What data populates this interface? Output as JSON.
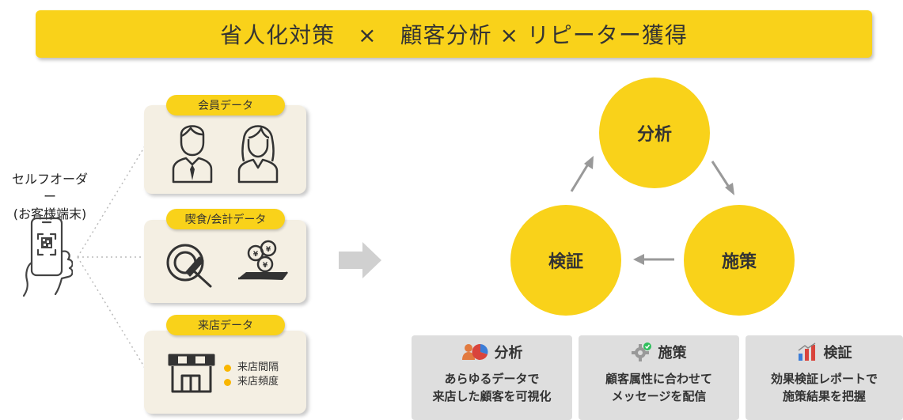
{
  "banner": {
    "title": "省人化対策　×　顧客分析 × リピーター獲得"
  },
  "device": {
    "label_line1": "セルフオーダー",
    "label_line2": "(お客様端末)"
  },
  "cards": {
    "member": {
      "tag": "会員データ"
    },
    "dining": {
      "tag": "喫食/会計データ"
    },
    "visit": {
      "tag": "来店データ",
      "bullets": [
        "来店間隔",
        "来店頻度"
      ]
    }
  },
  "cycle": {
    "analysis": "分析",
    "measure": "施策",
    "verify": "検証"
  },
  "boxes": [
    {
      "title": "分析",
      "desc1": "あらゆるデータで",
      "desc2": "来店した顧客を可視化"
    },
    {
      "title": "施策",
      "desc1": "顧客属性に合わせて",
      "desc2": "メッセージを配信"
    },
    {
      "title": "検証",
      "desc1": "効果検証レポートで",
      "desc2": "施策結果を把握"
    }
  ],
  "colors": {
    "accent": "#f9d21a",
    "card": "#f4efe3",
    "box": "#dedede",
    "arrow": "#999999"
  }
}
